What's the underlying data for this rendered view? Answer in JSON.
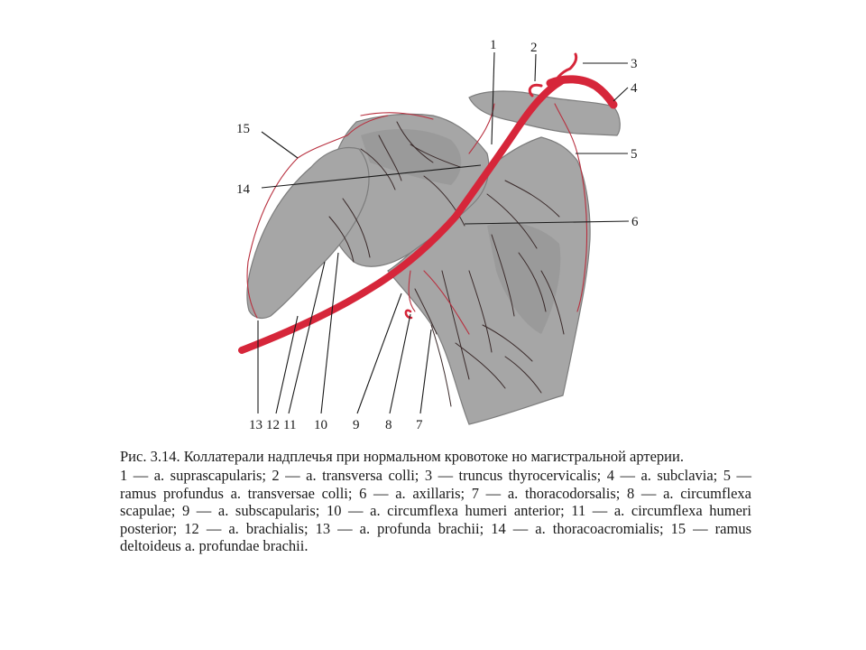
{
  "figure": {
    "labels": {
      "l1": "1",
      "l2": "2",
      "l3": "3",
      "l4": "4",
      "l5": "5",
      "l6": "6",
      "l7": "7",
      "l8": "8",
      "l9": "9",
      "l10": "10",
      "l11": "11",
      "l12": "12",
      "l13": "13",
      "l14": "14",
      "l15": "15"
    },
    "colors": {
      "artery": "#d6263a",
      "bone": "#a6a6a6"
    }
  },
  "caption": {
    "title": "Рис. 3.14. Коллатерали надплечья при нормальном кровотоке но магистральной артерии.",
    "legend": "1 — a. suprascapularis; 2 — a. transversa colli; 3 — truncus thyrocervicalis; 4 — a. subclavia; 5 — ramus profundus a. transversae colli; 6 — a. axillaris; 7 — a. thoracodorsalis; 8 — a. circumflexa scapulae; 9 — a. subscapularis; 10 — a. circumflexa humeri anterior; 11 — a. circumflexa humeri posterior; 12 — a. brachialis; 13 — a. profunda brachii; 14 — a. thoracoacromialis; 15 — ramus deltoideus a. profundae brachii."
  }
}
